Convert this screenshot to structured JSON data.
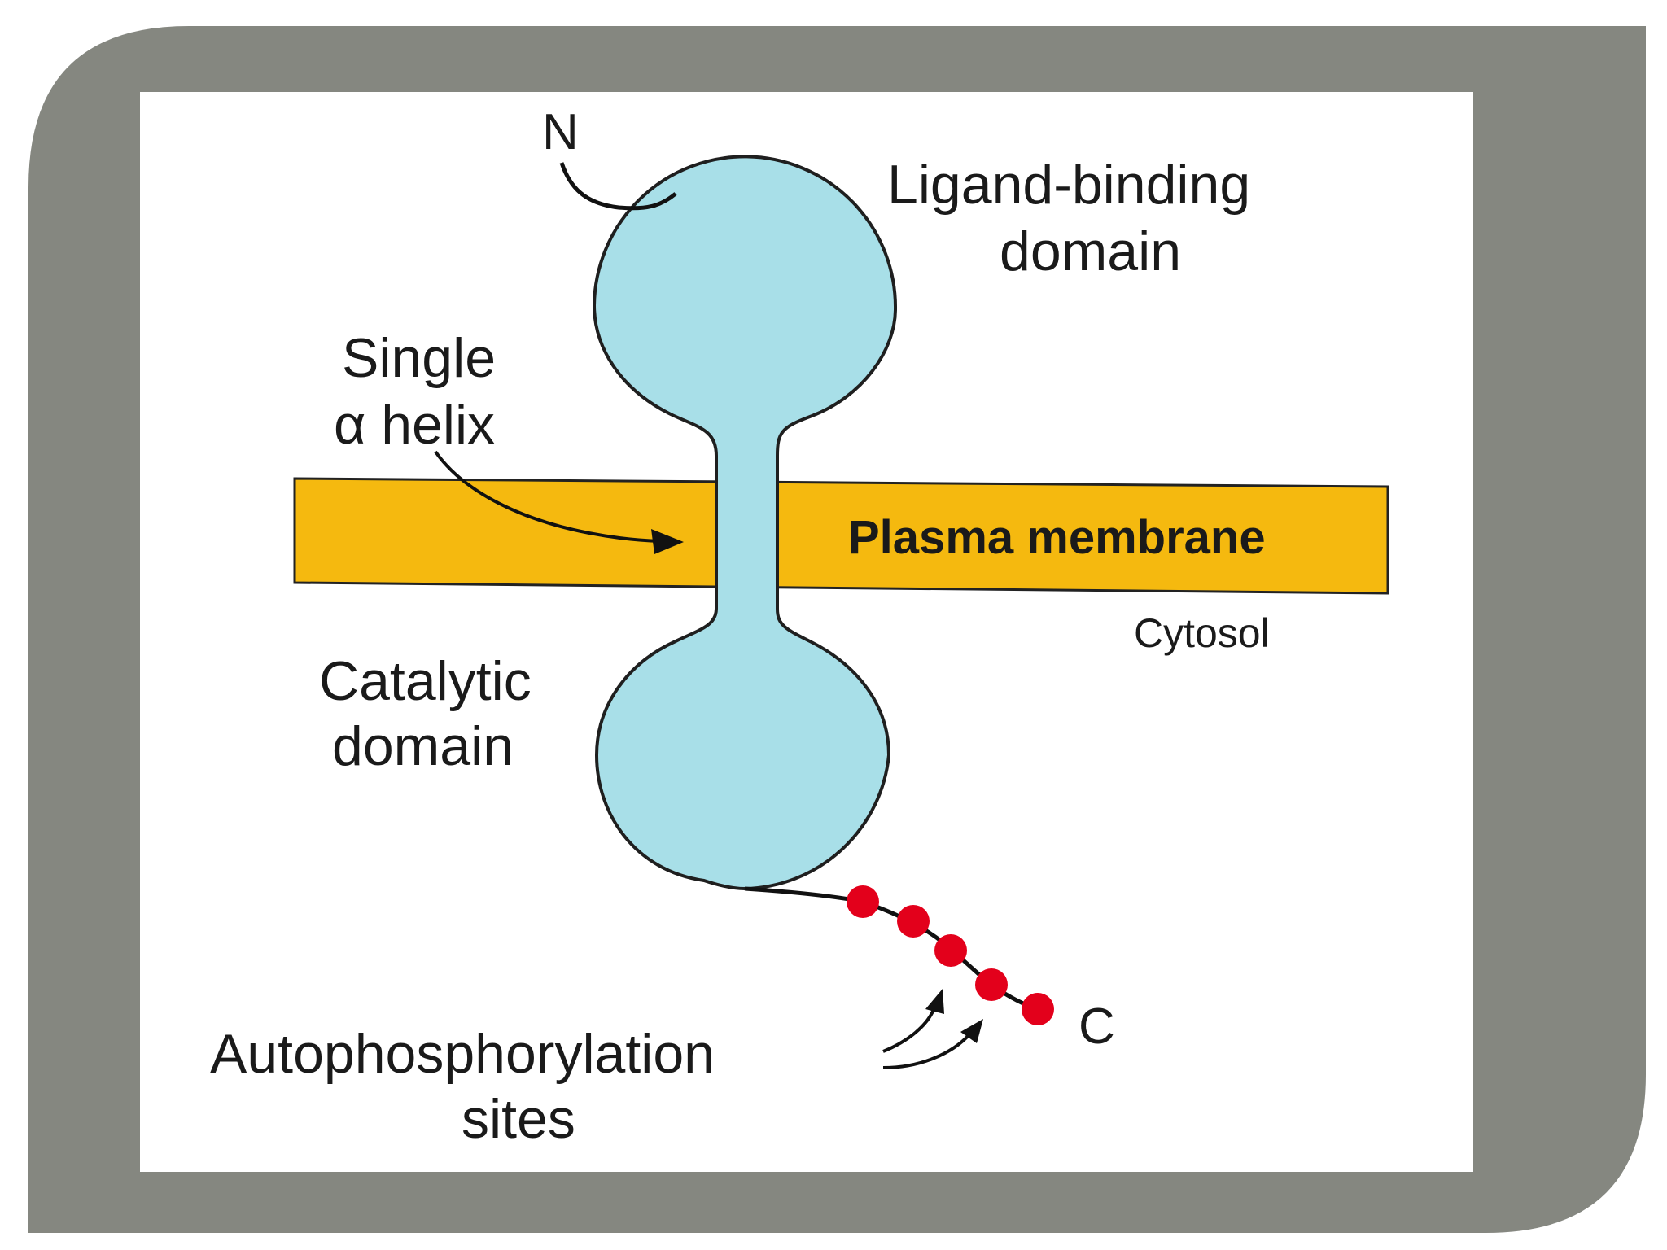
{
  "colors": {
    "frame": "#858780",
    "panel": "#ffffff",
    "protein": "#a8dfe8",
    "membrane": "#f5b90f",
    "phospho_site": "#e3001b"
  },
  "labels": {
    "n_terminus": "N",
    "c_terminus": "C",
    "ligand_binding_1": "Ligand-binding",
    "ligand_binding_2": "domain",
    "single_helix_1": "Single",
    "single_helix_2": "α helix",
    "plasma_membrane": "Plasma membrane",
    "cytosol": "Cytosol",
    "catalytic_1": "Catalytic",
    "catalytic_2": "domain",
    "autophos_1": "Autophosphorylation",
    "autophos_2": "sites"
  },
  "phosphorylation_site_count": 5
}
